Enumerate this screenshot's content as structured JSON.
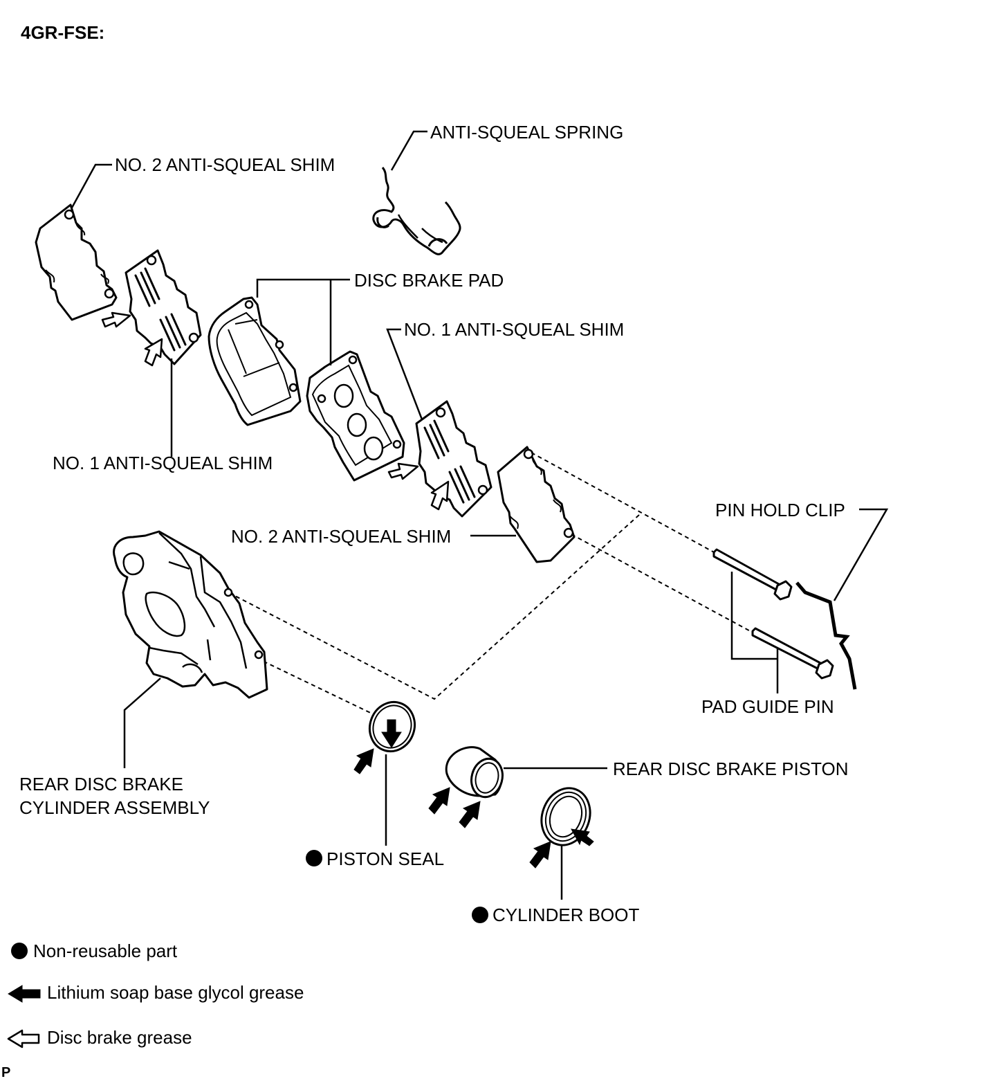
{
  "header": {
    "engine_code": "4GR-FSE:"
  },
  "labels": {
    "anti_squeal_spring": "ANTI-SQUEAL SPRING",
    "no2_shim_top": "NO. 2 ANTI-SQUEAL SHIM",
    "disc_brake_pad": "DISC BRAKE PAD",
    "no1_shim_right": "NO. 1 ANTI-SQUEAL SHIM",
    "no1_shim_left": "NO. 1 ANTI-SQUEAL SHIM",
    "no2_shim_mid": "NO. 2 ANTI-SQUEAL SHIM",
    "pin_hold_clip": "PIN HOLD CLIP",
    "pad_guide_pin": "PAD GUIDE PIN",
    "cylinder_assembly_line1": "REAR DISC BRAKE",
    "cylinder_assembly_line2": "CYLINDER ASSEMBLY",
    "piston_seal": "PISTON SEAL",
    "rear_disc_brake_piston": "REAR DISC BRAKE PISTON",
    "cylinder_boot": "CYLINDER BOOT"
  },
  "legend": {
    "non_reusable": "Non-reusable part",
    "lithium_grease": "Lithium soap base glycol grease",
    "disc_brake_grease": "Disc brake grease"
  },
  "footer": {
    "code": "P"
  }
}
